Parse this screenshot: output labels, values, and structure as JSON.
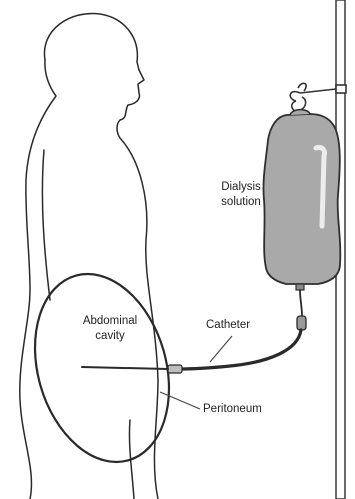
{
  "labels": {
    "dialysis_solution": [
      "Dialysis",
      "solution"
    ],
    "abdominal_cavity": [
      "Abdominal",
      "cavity"
    ],
    "catheter": "Catheter",
    "peritoneum": "Peritoneum"
  },
  "colors": {
    "outline": "#2a2a2a",
    "bag_fill": "#a9a9a9",
    "bag_highlight": "#ececec",
    "pole": "#444444",
    "background": "#ffffff"
  }
}
